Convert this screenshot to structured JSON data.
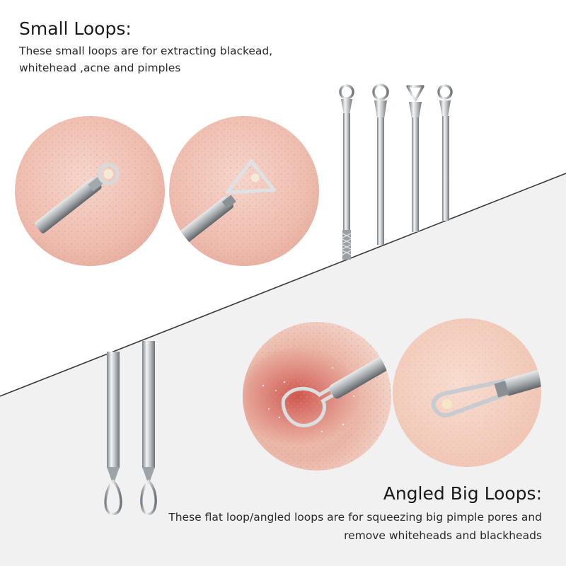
{
  "small_loops": {
    "title": "Small Loops:",
    "description": "These small loops are for extracting blackead, whitehead ,acne and pimples"
  },
  "big_loops": {
    "title": "Angled Big Loops:",
    "description": "These flat loop/angled loops are for squeezing big pimple pores and remove whiteheads and blackheads"
  },
  "colors": {
    "background": "#ffffff",
    "lower_background": "#f1f1f1",
    "skin": "#f0c3b6",
    "metal": "#b8bcc0"
  }
}
